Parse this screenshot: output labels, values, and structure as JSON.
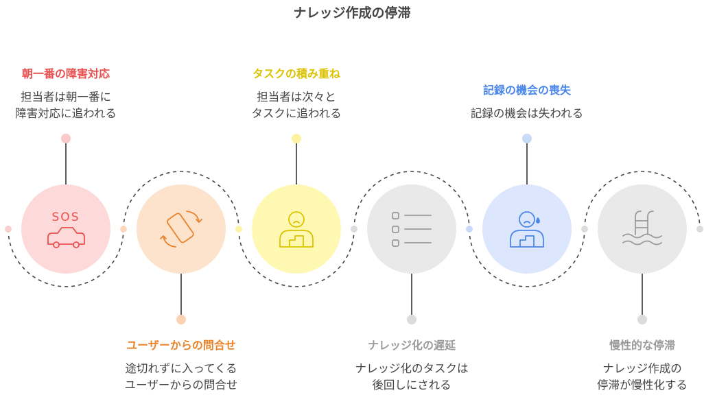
{
  "title": "ナレッジ作成の停滞",
  "steps": [
    {
      "title": "朝一番の障害対応",
      "desc": [
        "担当者は朝一番に",
        "障害対応に追われる"
      ],
      "color": "#e8504f",
      "fill": "#fdd9d9",
      "dot": "#fbc9c9",
      "icon": "sos-car-icon",
      "icon_text": "SOS",
      "position": "top"
    },
    {
      "title": "ユーザーからの問合せ",
      "desc": [
        "途切れずに入ってくる",
        "ユーザーからの問合せ"
      ],
      "color": "#e8832a",
      "fill": "#fde2cc",
      "dot": "#fcd2b4",
      "icon": "rotating-phone-icon",
      "position": "bottom"
    },
    {
      "title": "タスクの積み重ね",
      "desc": [
        "担当者は次々と",
        "タスクに追われる"
      ],
      "color": "#dcc300",
      "fill": "#fff8b3",
      "dot": "#fdf2a0",
      "icon": "stressed-person-icon",
      "position": "top"
    },
    {
      "title": "ナレッジ化の遅延",
      "desc": [
        "ナレッジ化のタスクは",
        "後回しにされる"
      ],
      "color": "#9a9a9a",
      "fill": "#e9e9e9",
      "dot": "#dcdcdc",
      "icon": "checklist-icon",
      "position": "bottom"
    },
    {
      "title": "記録の機会の喪失",
      "desc": [
        "記録の機会は失われる"
      ],
      "color": "#4a86e8",
      "fill": "#dce7fd",
      "dot": "#c9daf9",
      "icon": "crying-person-icon",
      "position": "top"
    },
    {
      "title": "慢性的な停滞",
      "desc": [
        "ナレッジ作成の",
        "停滞が慢性化する"
      ],
      "color": "#9a9a9a",
      "fill": "#e9e9e9",
      "dot": "#dcdcdc",
      "icon": "pool-ladder-icon",
      "position": "bottom"
    }
  ]
}
